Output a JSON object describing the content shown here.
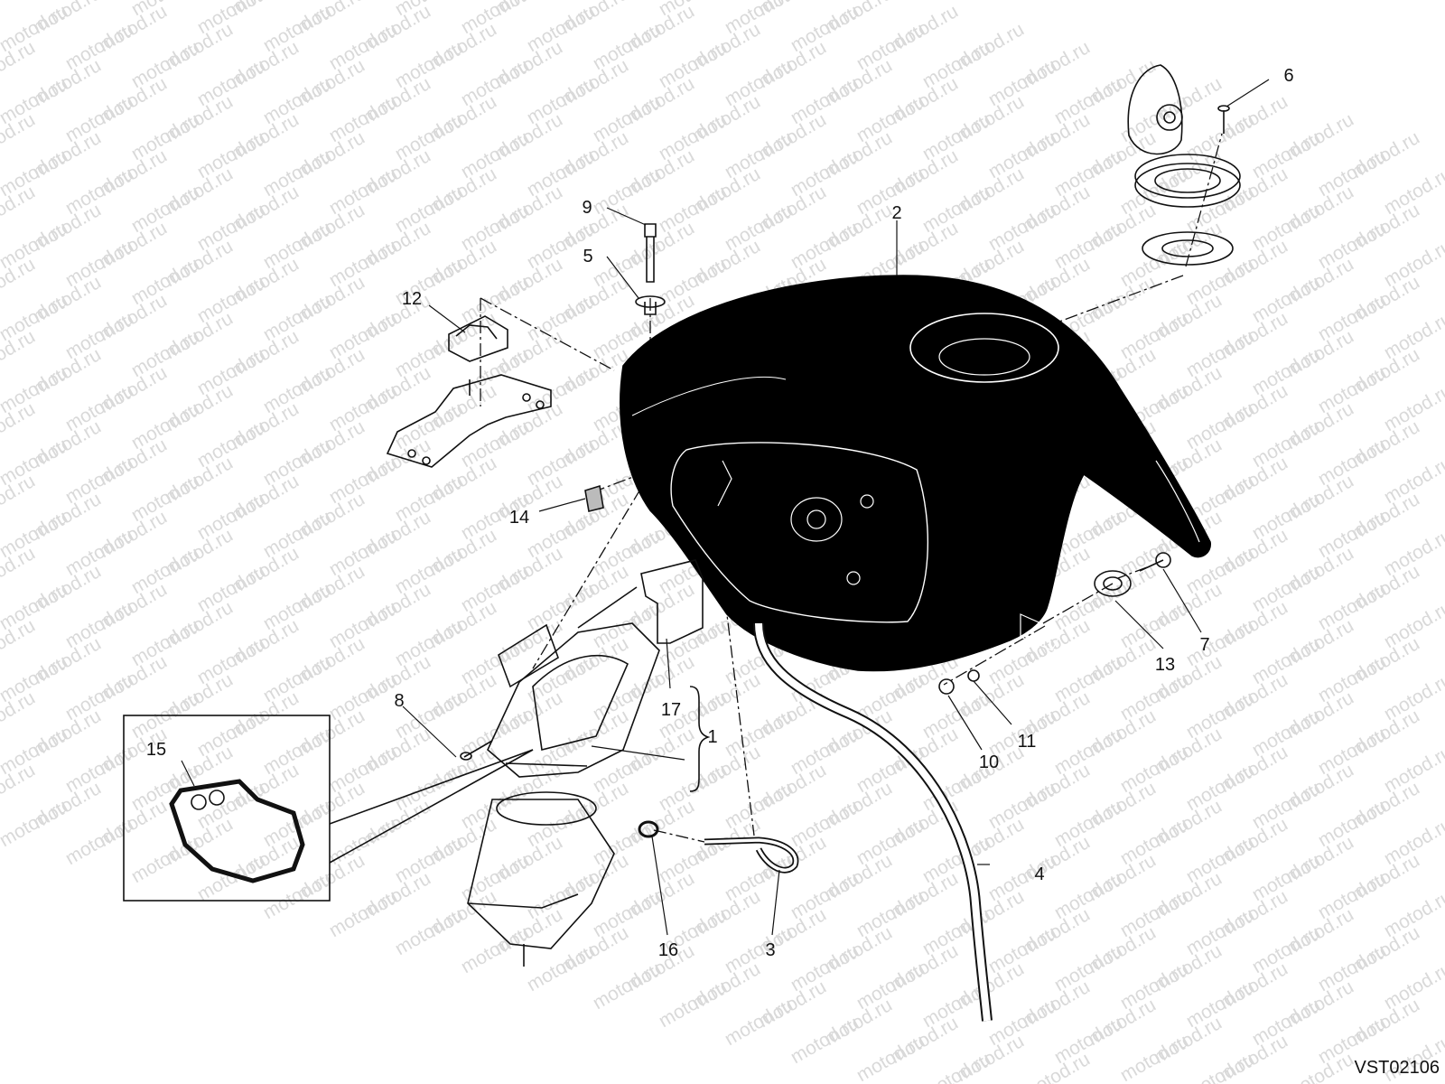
{
  "watermark": {
    "text": "motod.ru"
  },
  "callouts": {
    "c1": "1",
    "c2": "2",
    "c3": "3",
    "c4": "4",
    "c5": "5",
    "c6": "6",
    "c7": "7",
    "c8": "8",
    "c9": "9",
    "c10": "10",
    "c11": "11",
    "c12": "12",
    "c13": "13",
    "c14": "14",
    "c15": "15",
    "c16": "16",
    "c17": "17"
  },
  "drawing_code": "VST02106",
  "colors": {
    "line": "#111111",
    "tank": "#000000",
    "watermark": "#d9d9d9"
  }
}
